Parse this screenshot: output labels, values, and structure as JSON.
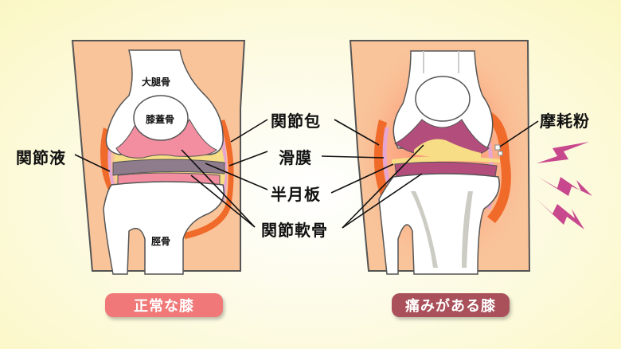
{
  "labels": {
    "femur": "大腿骨",
    "patella": "膝蓋骨",
    "tibia": "脛骨",
    "synovial_fluid": "関節液",
    "joint_capsule": "関節包",
    "synovium": "滑膜",
    "meniscus": "半月板",
    "articular_cartilage": "関節軟骨",
    "wear_debris": "摩耗粉"
  },
  "captions": {
    "normal": "正常な膝",
    "painful": "痛みがある膝"
  },
  "colors": {
    "skin": "#f9c49a",
    "bone": "#ffffff",
    "cartilage_normal": "#f28ea0",
    "cartilage_damaged": "#b24d7c",
    "meniscus": "#8e7b8c",
    "fluid": "#f7dd85",
    "capsule": "#f06a2a",
    "synovium": "#e7a6d0",
    "normal_badge": "#f07878",
    "pain_badge": "#a9505a",
    "pain_bolt": "#c8488e"
  }
}
